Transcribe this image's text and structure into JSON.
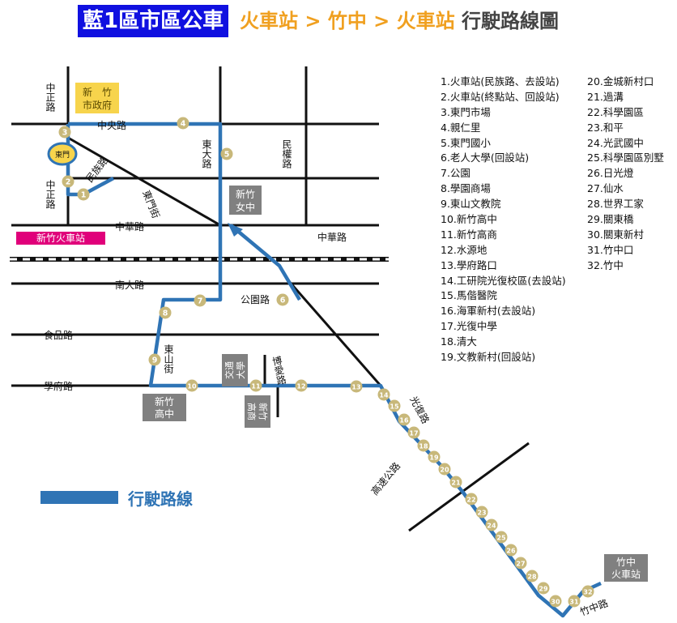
{
  "title": {
    "route_name": "藍1區市區公車",
    "route_path": "火車站 > 竹中 > 火車站",
    "suffix": "行駛路線圖"
  },
  "colors": {
    "route": "#2f74b5",
    "road": "#111111",
    "stop_fill": "#c8b87a",
    "stop_text": "#ffffff",
    "station_label_bg": "#e0007a",
    "landmark_box": "#808080",
    "city_hall_box": "#f7d44c",
    "title_bg": "#1010e0",
    "title_orange": "#f0a020"
  },
  "labels": {
    "city_hall": [
      "新　竹",
      "市政府"
    ],
    "roundabout": "東門",
    "hsinchu_station": "新竹火車站",
    "girls_high": [
      "新竹",
      "女中"
    ],
    "hsinchu_high": [
      "新竹",
      "高中"
    ],
    "jiaoda": [
      "交通",
      "大學"
    ],
    "hsinchu_biz": [
      "新竹",
      "高商"
    ],
    "zhuzhong_station": [
      "竹中",
      "火車站"
    ]
  },
  "roads": {
    "zhongzheng_top": "中正路",
    "zhongzheng_bottom": "中正路",
    "zhongyang": "中央路",
    "dongda": "東大路",
    "minquan": "民權路",
    "minzu": "民族路",
    "dongmen": "東門街",
    "zhonghua_left": "中華路",
    "zhonghua_right": "中華路",
    "nanda": "南大路",
    "gongyuan": "公園路",
    "shipin": "食品路",
    "dongshan": "東山街",
    "xuefu": "學府路",
    "bo_ai": "博愛路",
    "guangfu": "光復路",
    "highway": "高速公路",
    "zhuzhong": "竹中路"
  },
  "stops_list": [
    "1.火車站(民族路、去設站)",
    "2.火車站(終點站、回設站)",
    "3.東門市場",
    "4.親仁里",
    "5.東門國小",
    "6.老人大學(回設站)",
    "7.公園",
    "8.學園商場",
    "9.東山文教院",
    "10.新竹高中",
    "11.新竹高商",
    "12.水源地",
    "13.學府路口",
    "14.工研院光復校區(去設站)",
    "15.馬偕醫院",
    "16.海軍新村(去設站)",
    "17.光復中學",
    "18.清大",
    "19.文教新村(回設站)",
    "20.金城新村口",
    "21.過溝",
    "22.科學園區",
    "23.和平",
    "24.光武國中",
    "25.科學園區別墅",
    "26.日光燈",
    "27.仙水",
    "28.世界工家",
    "29.關東橋",
    "30.關東新村",
    "31.竹中口",
    "32.竹中"
  ],
  "stop_numbers": [
    "1",
    "2",
    "3",
    "4",
    "5",
    "6",
    "7",
    "8",
    "9",
    "10",
    "11",
    "12",
    "13",
    "14",
    "15",
    "16",
    "17",
    "18",
    "19",
    "20",
    "21",
    "22",
    "23",
    "24",
    "25",
    "26",
    "27",
    "28",
    "29",
    "30",
    "31",
    "32"
  ],
  "legend": {
    "label": "行駛路線"
  }
}
